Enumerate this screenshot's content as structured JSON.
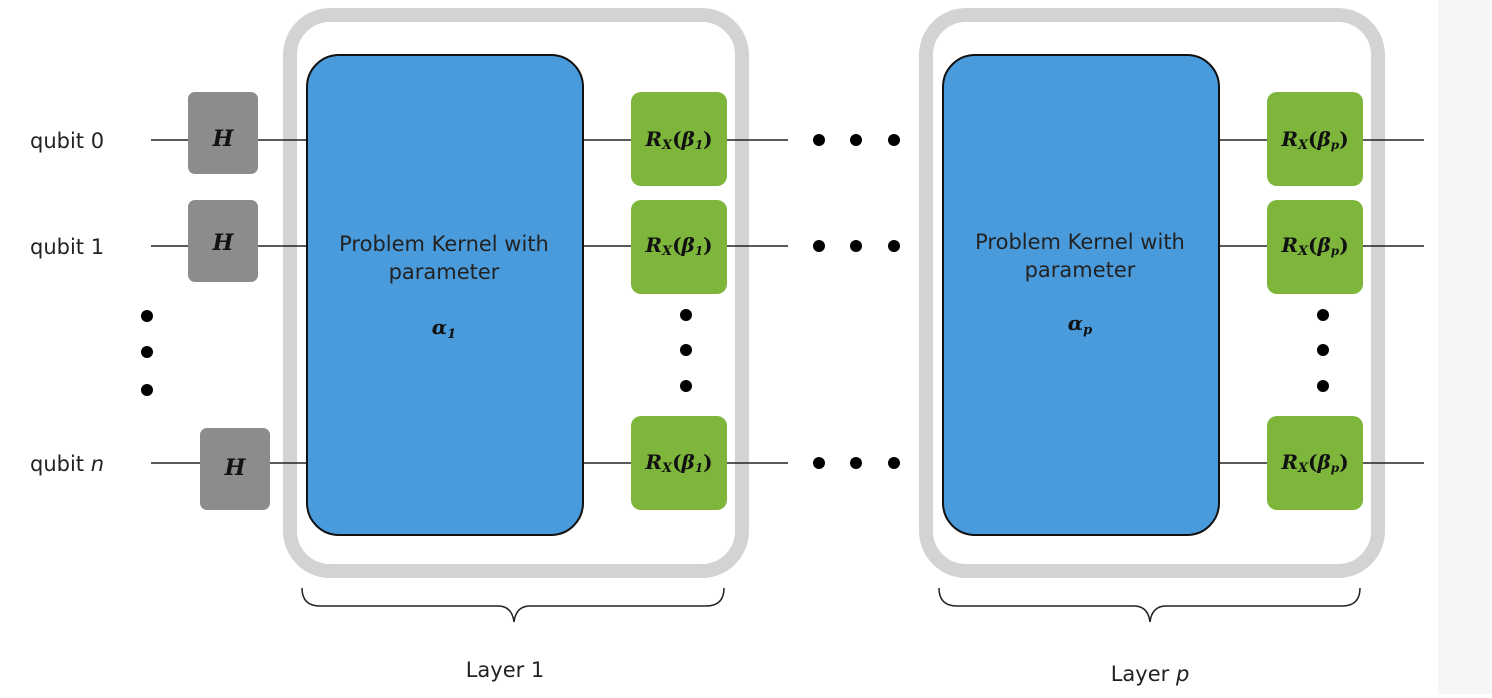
{
  "qubit_labels": {
    "q0": "qubit 0",
    "q1": "qubit 1",
    "qn_prefix": "qubit ",
    "qn_var": "n"
  },
  "hadamard_label": "H",
  "layers": [
    {
      "kernel_text_line1": "Problem Kernel with",
      "kernel_text_line2": "parameter",
      "kernel_param_symbol": "α",
      "kernel_param_sub": "1",
      "rx_prefix": "R",
      "rx_sub": "X",
      "rx_beta": "β",
      "rx_beta_sub": "1",
      "brace_label_text": "Layer 1",
      "brace_label_var": ""
    },
    {
      "kernel_text_line1": "Problem Kernel with",
      "kernel_text_line2": "parameter",
      "kernel_param_symbol": "α",
      "kernel_param_sub": "p",
      "rx_prefix": "R",
      "rx_sub": "X",
      "rx_beta": "β",
      "rx_beta_sub": "p",
      "brace_label_text": "Layer ",
      "brace_label_var": "p"
    }
  ],
  "colors": {
    "hadamard": "#8c8c8c",
    "kernel": "#4a9bdc",
    "rx_gate": "#7db63a",
    "layer_frame": "#d3d3d3",
    "wire": "#222222"
  }
}
